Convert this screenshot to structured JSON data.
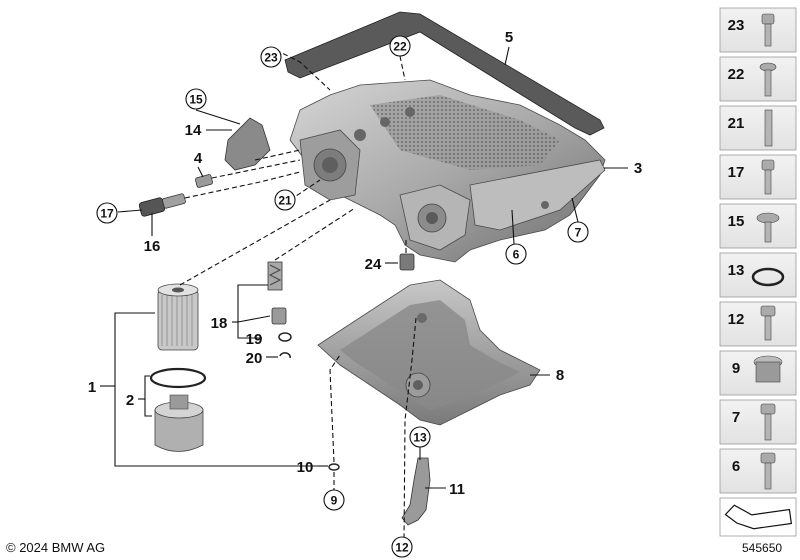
{
  "callouts": {
    "c1": "1",
    "c2": "2",
    "c3": "3",
    "c4": "4",
    "c5": "5",
    "c6": "6",
    "c7": "7",
    "c8": "8",
    "c9": "9",
    "c10": "10",
    "c11": "11",
    "c12": "12",
    "c13": "13",
    "c14": "14",
    "c15": "15",
    "c16": "16",
    "c17": "17",
    "c18": "18",
    "c19": "19",
    "c20": "20",
    "c21": "21",
    "c22": "22",
    "c23": "23",
    "c24": "24"
  },
  "thumbnails": [
    "23",
    "22",
    "21",
    "17",
    "15",
    "13",
    "12",
    "9",
    "7",
    "6"
  ],
  "copyright": "© 2024 BMW AG",
  "diagram_number": "545650"
}
